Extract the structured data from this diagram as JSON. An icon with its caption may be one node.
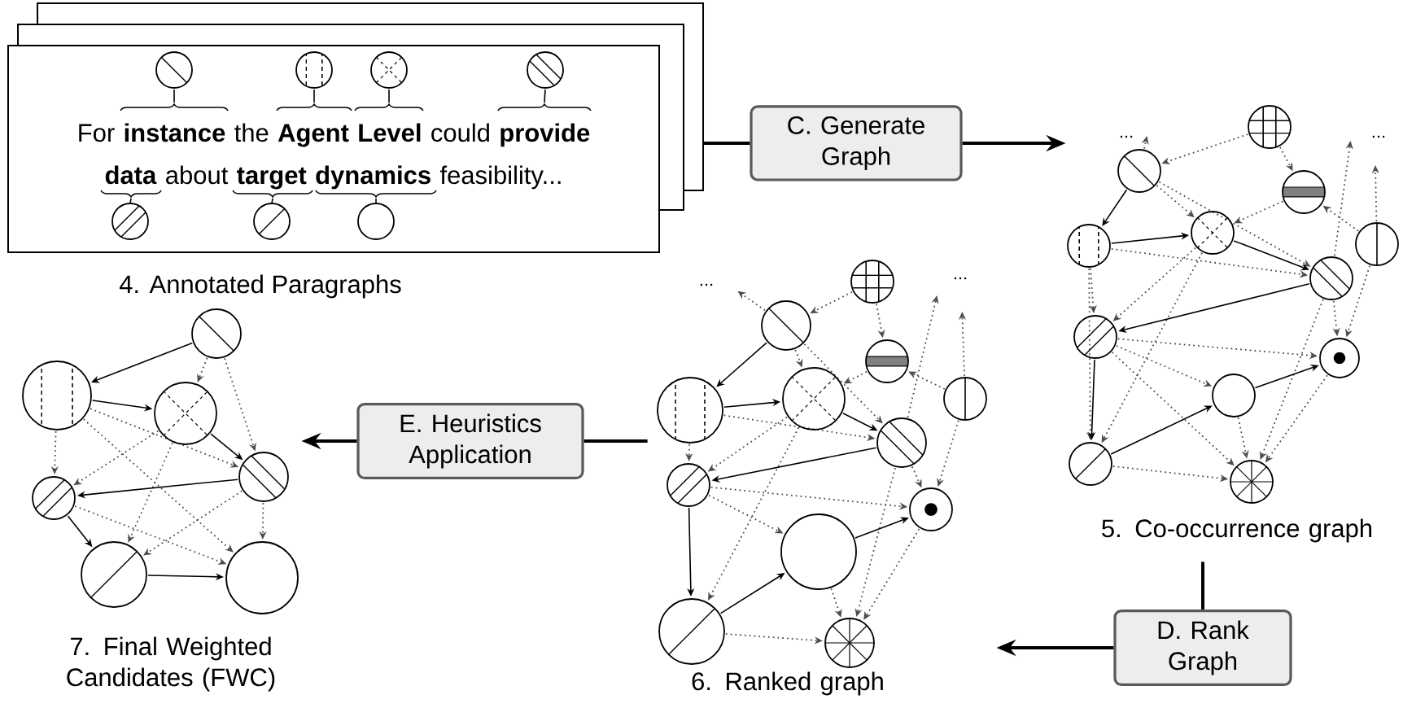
{
  "diagram": {
    "nodes": [
      {
        "text": [
          "For **instance** the **Agent Level** could **provide data** about **target dynamics** feasibility..."
        ],
        "beside": [
          "4. Annotated Paragraphs"
        ]
      },
      {
        "text": [
          "C. Generate Graph"
        ]
      },
      {
        "text": [],
        "shape": "picture",
        "beside": [
          "5. Co-occurrence graph"
        ]
      },
      {
        "text": [
          "D. Rank Graph"
        ]
      },
      {
        "text": [],
        "shape": "picture",
        "beside": [
          "6. Ranked graph"
        ]
      },
      {
        "text": [
          "E. Heuristics Application"
        ]
      },
      {
        "text": [],
        "shape": "picture",
        "beside": [
          "7. Final Weighted Candidates (FWC)"
        ]
      }
    ],
    "edges": [
      {
        "from": 0,
        "to": 1,
        "arrow": "none"
      },
      {
        "from": 1,
        "to": 2,
        "arrow": "to"
      },
      {
        "from": 2,
        "to": 3,
        "arrow": "none"
      },
      {
        "from": 3,
        "to": 4,
        "arrow": "to"
      },
      {
        "from": 4,
        "to": 5,
        "arrow": "none"
      },
      {
        "from": 5,
        "to": 6,
        "arrow": "to"
      }
    ],
    "labels": [
      "...",
      "...",
      "...",
      "..."
    ]
  }
}
